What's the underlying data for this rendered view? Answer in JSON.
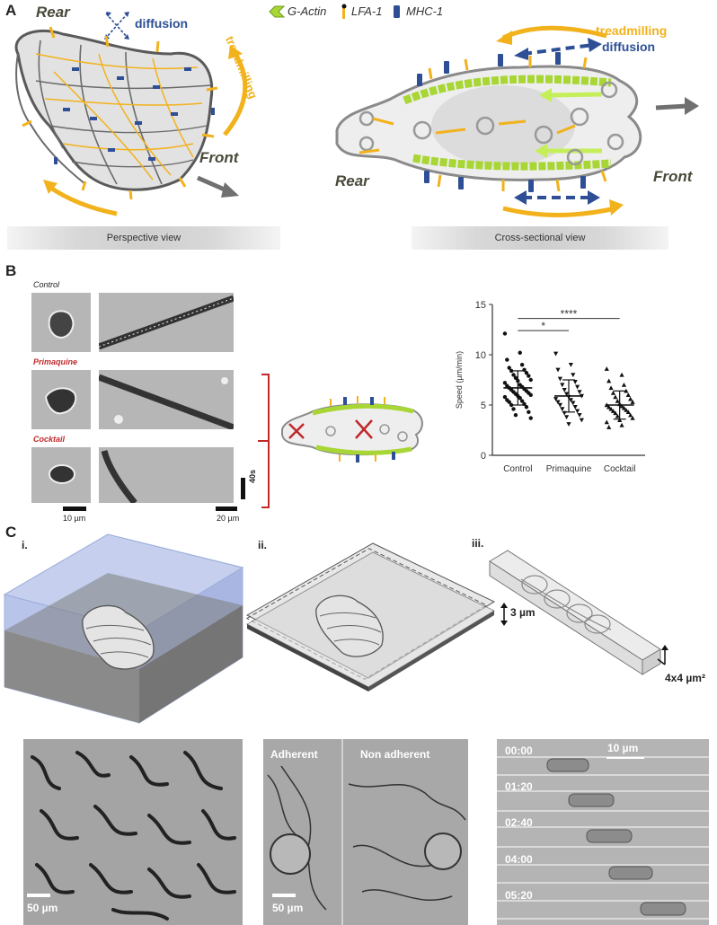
{
  "panelA": {
    "letter": "A",
    "rear_left": "Rear",
    "front_left": "Front",
    "diffusion_left": "diffusion",
    "treadmilling_left": "treadmilling",
    "legend": {
      "g_actin": "G-Actin",
      "lfa1": "LFA-1",
      "mhc1": "MHC-1"
    },
    "treadmilling_right": "treadmilling",
    "diffusion_right": "diffusion",
    "rear_right": "Rear",
    "front_right": "Front",
    "perspective_view": "Perspective view",
    "cross_sectional_view": "Cross-sectional view"
  },
  "panelB": {
    "letter": "B",
    "control": "Control",
    "primaquine": "Primaquine",
    "cocktail": "Cocktail",
    "scale_10": "10 µm",
    "scale_20": "20 µm",
    "scale_time": "40s"
  },
  "panelC": {
    "letter": "C",
    "sub_i": "i.",
    "sub_ii": "ii.",
    "sub_iii": "iii.",
    "dim_3": "3 µm",
    "dim_4x4": "4x4 µm²",
    "adherent": "Adherent",
    "non_adherent": "Non adherent",
    "scale_50a": "50 µm",
    "scale_50b": "50 µm",
    "scale_10": "10 µm",
    "times": [
      "00:00",
      "01:20",
      "02:40",
      "04:00",
      "05:20"
    ]
  },
  "colors": {
    "actin": "#a8d634",
    "lfa1": "#f2b21c",
    "mhc1": "#2e4f95",
    "arrow_grey": "#707070"
  },
  "chart_data": {
    "type": "scatter",
    "title": "",
    "xlabel": "",
    "ylabel": "Speed (µm/min)",
    "ylim": [
      0,
      15
    ],
    "yticks": [
      0,
      5,
      10,
      15
    ],
    "categories": [
      "Control",
      "Primaquine",
      "Cocktail"
    ],
    "series": [
      {
        "values": [
          12.1,
          10.2,
          9.5,
          9.0,
          8.7,
          8.5,
          8.4,
          8.2,
          8.0,
          7.9,
          7.7,
          7.5,
          7.4,
          7.2,
          7.0,
          6.9,
          6.8,
          6.7,
          6.6,
          6.5,
          6.4,
          6.3,
          6.2,
          6.1,
          6.0,
          5.9,
          5.8,
          5.7,
          5.5,
          5.4,
          5.3,
          5.1,
          5.0,
          4.8,
          4.6,
          4.3,
          4.0,
          3.7
        ]
      },
      {
        "values": [
          10.1,
          9.0,
          8.5,
          8.0,
          7.6,
          7.3,
          7.0,
          6.8,
          6.5,
          6.3,
          6.1,
          5.9,
          5.8,
          5.6,
          5.5,
          5.3,
          5.2,
          5.0,
          4.8,
          4.6,
          4.4,
          4.2,
          4.0,
          3.8,
          3.5,
          3.1
        ]
      },
      {
        "values": [
          8.6,
          8.0,
          7.4,
          7.0,
          6.7,
          6.4,
          6.2,
          6.0,
          5.8,
          5.6,
          5.4,
          5.3,
          5.1,
          5.0,
          4.9,
          4.8,
          4.7,
          4.6,
          4.5,
          4.4,
          4.3,
          4.2,
          4.0,
          3.9,
          3.7,
          3.5,
          3.3,
          3.0,
          2.8
        ]
      }
    ],
    "means": [
      6.7,
      5.9,
      5.0
    ],
    "sd": [
      1.7,
      1.6,
      1.4
    ],
    "significance": [
      {
        "from": 0,
        "to": 1,
        "label": "*"
      },
      {
        "from": 0,
        "to": 2,
        "label": "****"
      }
    ]
  }
}
